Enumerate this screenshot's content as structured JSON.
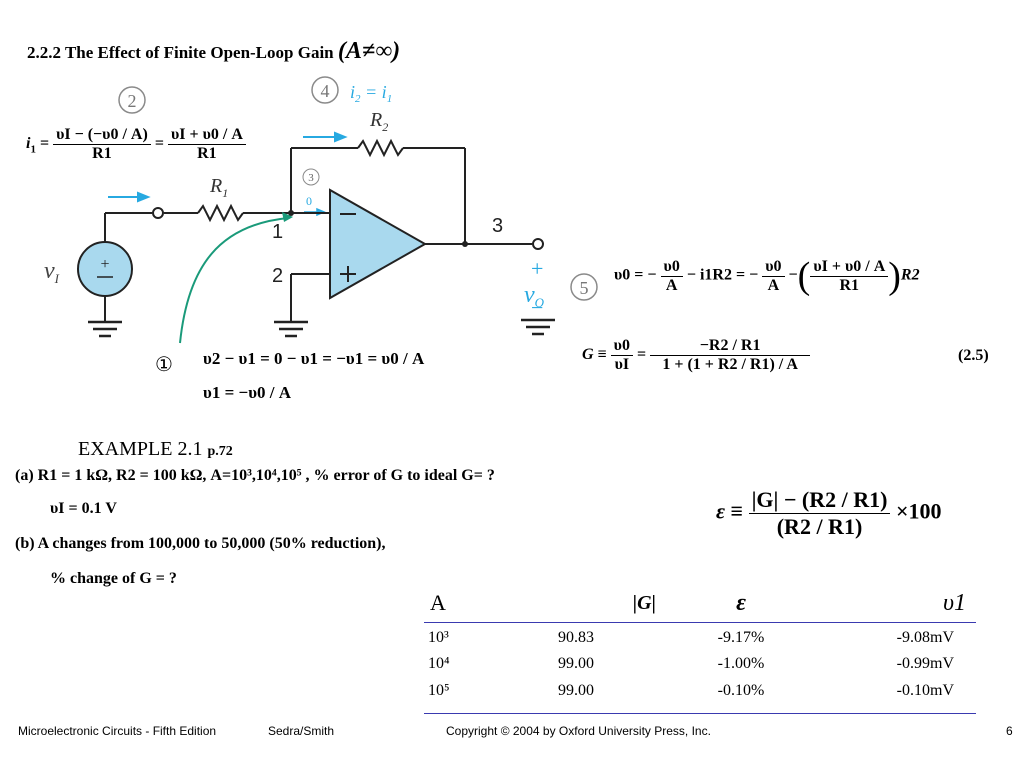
{
  "title": {
    "text": "2.2.2 The Effect of Finite Open-Loop Gain",
    "symbol": "(A≠∞)"
  },
  "circuit": {
    "step1": "①",
    "step2": "2",
    "step3": "3",
    "step4": "4",
    "step5": "5",
    "node1": "1",
    "node2": "2",
    "node3": "3",
    "r1": "R",
    "r1_sub": "1",
    "r2": "R",
    "r2_sub": "2",
    "vi": "v",
    "vi_sub": "I",
    "vo": "v",
    "vo_sub": "O",
    "i2": "i",
    "i2_sub": "2",
    "i1": "i",
    "i1_sub": "1",
    "zero": "0",
    "plus": "+",
    "minus": "−"
  },
  "equations": {
    "i1_lhs": "i",
    "i1_lhs_sub": "1",
    "i1_num1": "υI − (−υ0 / A)",
    "i1_den1": "R1",
    "i1_num2": "υI + υ0 / A",
    "i1_den2": "R1",
    "node_line1": "υ2 − υ1 = 0 − υ1 = −υ1 = υ0 / A",
    "node_line2": "υ1 = −υ0 / A",
    "vo_eq_a": "υ0 = −",
    "vo_num1": "υ0",
    "vo_den1": "A",
    "vo_eq_b": "− i1R2 = −",
    "vo_num2": "υ0",
    "vo_den2": "A",
    "vo_num3": "υI + υ0 / A",
    "vo_den3": "R1",
    "vo_eq_c": "R2",
    "g_lhs": "G ≡",
    "g_num1": "υ0",
    "g_den1": "υI",
    "g_num2": "−R2 / R1",
    "g_den2": "1 + (1 + R2 / R1) / A",
    "g_label": "(2.5)"
  },
  "example": {
    "heading": "EXAMPLE 2.1",
    "page": "p.72",
    "line_a": "(a) R1 = 1 kΩ, R2 = 100 kΩ,  A=10³,10⁴,10⁵ ,  % error of G to ideal G= ?",
    "line_vi": "υI = 0.1 V",
    "line_b": "(b) A changes from 100,000 to 50,000 (50% reduction),",
    "line_c": "% change of G = ?",
    "eps_lhs": "ε ≡",
    "eps_num": "|G| − (R2 / R1)",
    "eps_den": "(R2 / R1)",
    "eps_rhs": "×100"
  },
  "table": {
    "headers": [
      "A",
      "|G|",
      "ε",
      "υ1"
    ],
    "rows": [
      [
        "10³",
        "90.83",
        "-9.17%",
        "-9.08mV"
      ],
      [
        "10⁴",
        "99.00",
        "-1.00%",
        "-0.99mV"
      ],
      [
        "10⁵",
        "99.00",
        "-0.10%",
        "-0.10mV"
      ]
    ]
  },
  "footer": {
    "book": "Microelectronic Circuits - Fifth Edition",
    "authors": "Sedra/Smith",
    "copyright": "Copyright © 2004 by Oxford University Press, Inc.",
    "page": "6"
  },
  "colors": {
    "accent": "#27a9e1",
    "opamp_fill": "#a9d9ee",
    "arrow_green": "#1a9a7a",
    "rule": "#3a3ab0",
    "circle_gray": "#8a8a8a"
  }
}
